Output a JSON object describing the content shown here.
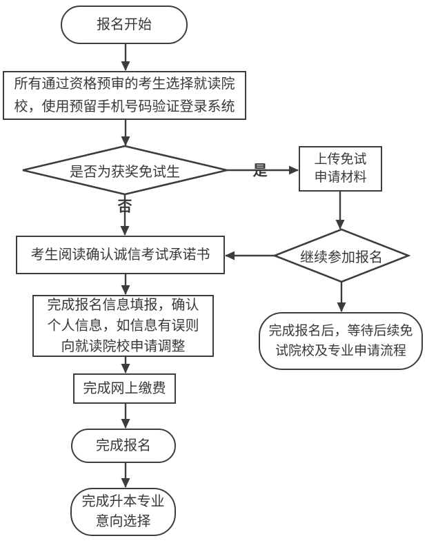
{
  "flowchart": {
    "type": "flowchart",
    "direction": "top-down",
    "colors": {
      "stroke": "#3c3c3c",
      "text": "#383838",
      "background": "#ffffff"
    },
    "nodes": [
      {
        "id": "start",
        "shape": "rounded",
        "lines": [
          "报名开始"
        ]
      },
      {
        "id": "select-school-login",
        "shape": "rect",
        "lines": [
          "所有通过资格预审的考生选择就读院",
          "校，使用预留手机号码验证登录系统"
        ]
      },
      {
        "id": "is-award-exempt",
        "shape": "diamond",
        "lines": [
          "是否为获奖免试生"
        ]
      },
      {
        "id": "upload-exempt-materials",
        "shape": "rect",
        "lines": [
          "上传免试",
          "申请材料"
        ]
      },
      {
        "id": "continue-register",
        "shape": "diamond",
        "lines": [
          "继续参加报名"
        ]
      },
      {
        "id": "integrity-commitment",
        "shape": "rect",
        "lines": [
          "考生阅读确认诚信考试承诺书"
        ]
      },
      {
        "id": "fill-info",
        "shape": "rect",
        "lines": [
          "完成报名信息填报，确认",
          "个人信息，如信息有误则",
          "向就读院校申请调整"
        ]
      },
      {
        "id": "pay-online",
        "shape": "rect",
        "lines": [
          "完成网上缴费"
        ]
      },
      {
        "id": "finish-register",
        "shape": "rounded",
        "lines": [
          "完成报名"
        ]
      },
      {
        "id": "major-intent",
        "shape": "rounded",
        "lines": [
          "完成升本专业",
          "意向选择"
        ]
      },
      {
        "id": "exempt-wait",
        "shape": "rounded",
        "lines": [
          "完成报名后，等待后续免",
          "试院校及专业申请流程"
        ]
      }
    ],
    "edges": [
      {
        "from": "start",
        "to": "select-school-login",
        "label": ""
      },
      {
        "from": "select-school-login",
        "to": "is-award-exempt",
        "label": ""
      },
      {
        "from": "is-award-exempt",
        "to": "upload-exempt-materials",
        "label": "是"
      },
      {
        "from": "is-award-exempt",
        "to": "integrity-commitment",
        "label": "否"
      },
      {
        "from": "upload-exempt-materials",
        "to": "continue-register",
        "label": ""
      },
      {
        "from": "continue-register",
        "to": "integrity-commitment",
        "label": ""
      },
      {
        "from": "continue-register",
        "to": "exempt-wait",
        "label": ""
      },
      {
        "from": "integrity-commitment",
        "to": "fill-info",
        "label": ""
      },
      {
        "from": "fill-info",
        "to": "pay-online",
        "label": ""
      },
      {
        "from": "pay-online",
        "to": "finish-register",
        "label": ""
      },
      {
        "from": "finish-register",
        "to": "major-intent",
        "label": ""
      }
    ]
  }
}
